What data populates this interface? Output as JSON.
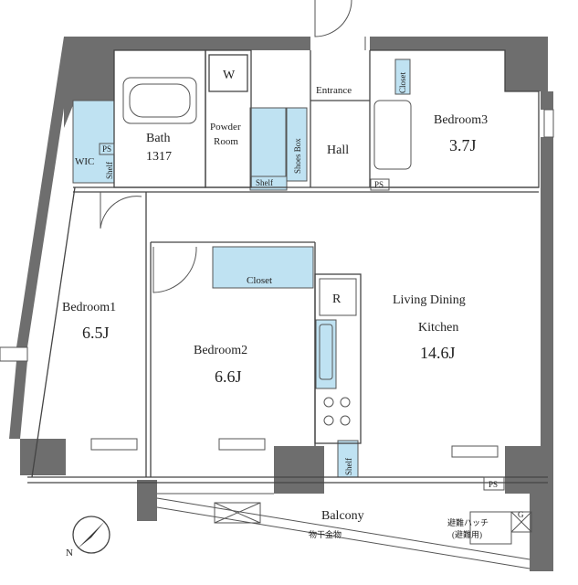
{
  "rooms": {
    "bath": {
      "name": "Bath",
      "size": "1317"
    },
    "powder_room": {
      "line1": "Powder",
      "line2": "Room"
    },
    "washer": "W",
    "entrance": "Entrance",
    "hall": "Hall",
    "shoes_box": "Shoes Box",
    "closet_bedroom3": "Closet",
    "bedroom3": {
      "name": "Bedroom3",
      "size": "3.7J"
    },
    "wic": "WIC",
    "ps_wic": "PS",
    "shelf_wic": "Shelf",
    "shelf_hall": "Shelf",
    "ps_hall": "PS",
    "bedroom1": {
      "name": "Bedroom1",
      "size": "6.5J"
    },
    "bedroom2": {
      "name": "Bedroom2",
      "size": "6.6J"
    },
    "closet_bedroom2": "Closet",
    "refrigerator": "R",
    "ldk": {
      "line1": "Living Dining",
      "line2": "Kitchen",
      "size": "14.6J"
    },
    "shelf_kitchen": "Shelf",
    "ps_ldk": "PS",
    "balcony": "Balcony",
    "balcony_note": "物干金物",
    "evac_line1": "避難ハッチ",
    "evac_line2": "(避難用)",
    "g_label": "G",
    "north": "N"
  },
  "colors": {
    "wall": "#6e6e6e",
    "storage": "#bfe2f2",
    "line": "#444444"
  }
}
